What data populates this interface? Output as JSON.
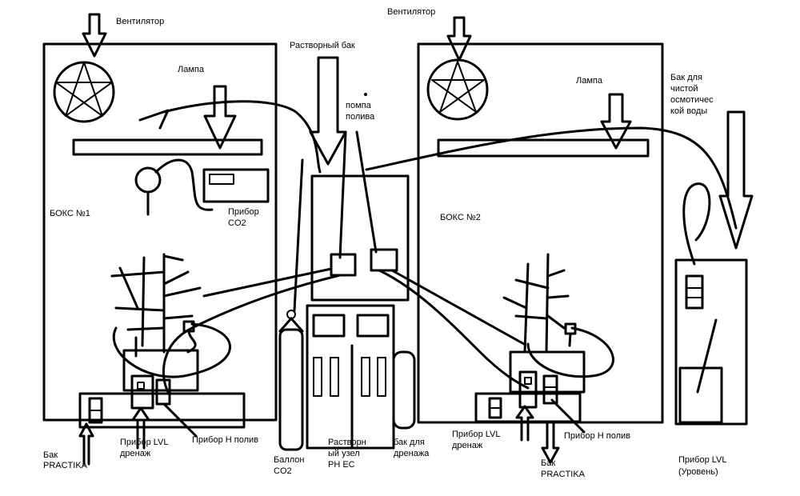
{
  "labels": {
    "fan1": "Вентилятор",
    "fan2": "Вентилятор",
    "lamp1": "Лампа",
    "lamp2": "Лампа",
    "solution_tank": "Растворный бак",
    "pump": "помпа полива",
    "box1": "БОКС №1",
    "box2": "БОКС №2",
    "co2_device": "Прибор CO2",
    "clean_tank": "Бак для чистой осмотической воды",
    "co2_balloon": "Баллон CO2",
    "solution_node": "Растворный узел PH EC",
    "drain_tank": "бак для дренажа",
    "lvl_drain1": "Прибор LVL дренаж",
    "h_water1": "Прибор Н полив",
    "practika1": "Бак PRACTIKA",
    "lvl_drain2": "Прибор LVL дренаж",
    "h_water2": "Прибор Н полив",
    "practika2": "Бак PRACTIKA",
    "lvl_level": "Прибор LVL (Уровень)"
  }
}
